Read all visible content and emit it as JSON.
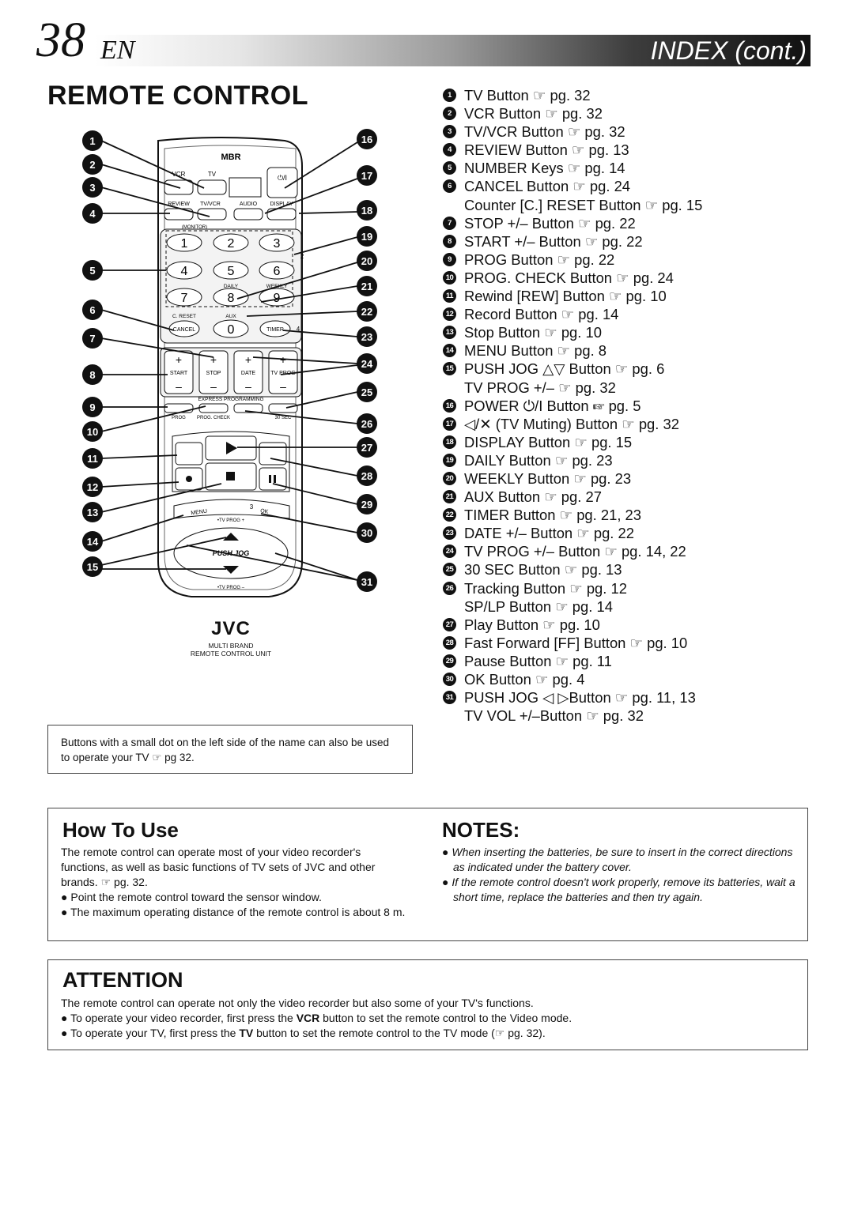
{
  "header": {
    "page_number": "38",
    "lang": "EN",
    "title": "INDEX (cont.)"
  },
  "section_title": "REMOTE CONTROL",
  "remote": {
    "brand_mark": "MBR",
    "buttons_row1": [
      "VCR",
      "TV"
    ],
    "power_label": "⏻/I",
    "buttons_row2": [
      "REVIEW",
      "TV/VCR",
      "AUDIO",
      "DISPLAY"
    ],
    "monitor_label": "(MONITOR)",
    "keys": [
      "1",
      "2",
      "3",
      "4",
      "5",
      "6",
      "7",
      "8",
      "9",
      "0"
    ],
    "key_labels": {
      "daily": "DAILY",
      "weekly": "WEEKLY",
      "c_reset": "C. RESET",
      "aux": "AUX",
      "cancel": "CANCEL",
      "timer": "TIMER",
      "timer_num": "4",
      "weekly_num": "2"
    },
    "plus_minus_labels": [
      "START",
      "STOP",
      "DATE",
      "TV PROG"
    ],
    "express_label": "EXPRESS PROGRAMMING",
    "row_labels": [
      "PROG",
      "PROG. CHECK",
      "30 SEC"
    ],
    "menu_label": "MENU",
    "ok_label": "OK",
    "ok_num": "3",
    "tv_prog_plus": "•TV PROG +",
    "tv_prog_minus": "•TV PROG –",
    "push_jog": "PUSH JOG",
    "logo": "JVC",
    "caption_line1": "MULTI BRAND",
    "caption_line2": "REMOTE CONTROL UNIT"
  },
  "index_items": [
    {
      "num": "1",
      "text": "TV Button ☞ pg. 32"
    },
    {
      "num": "2",
      "text": "VCR Button ☞ pg. 32"
    },
    {
      "num": "3",
      "text": "TV/VCR Button ☞ pg. 32"
    },
    {
      "num": "4",
      "text": "REVIEW Button ☞ pg. 13"
    },
    {
      "num": "5",
      "text": "NUMBER Keys ☞ pg. 14"
    },
    {
      "num": "6",
      "text": "CANCEL Button ☞ pg. 24"
    },
    {
      "num": "",
      "text": "Counter [C.] RESET Button ☞ pg. 15"
    },
    {
      "num": "7",
      "text": "STOP +/– Button ☞ pg. 22"
    },
    {
      "num": "8",
      "text": "START +/– Button ☞ pg. 22"
    },
    {
      "num": "9",
      "text": "PROG Button ☞ pg. 22"
    },
    {
      "num": "10",
      "text": "PROG. CHECK Button ☞ pg. 24"
    },
    {
      "num": "11",
      "text": "Rewind [REW] Button ☞ pg. 10"
    },
    {
      "num": "12",
      "text": "Record Button ☞ pg. 14"
    },
    {
      "num": "13",
      "text": "Stop Button ☞ pg. 10"
    },
    {
      "num": "14",
      "text": "MENU Button ☞ pg. 8"
    },
    {
      "num": "15",
      "text": "PUSH JOG △▽ Button ☞ pg. 6"
    },
    {
      "num": "",
      "text": "TV PROG +/– ☞ pg. 32"
    },
    {
      "num": "16",
      "text": "POWER ⏻/I Button ☞ pg. 5"
    },
    {
      "num": "17",
      "text": "◁/✕ (TV Muting) Button ☞ pg. 32"
    },
    {
      "num": "18",
      "text": "DISPLAY Button ☞ pg. 15"
    },
    {
      "num": "19",
      "text": "DAILY Button ☞ pg. 23"
    },
    {
      "num": "20",
      "text": "WEEKLY Button ☞ pg. 23"
    },
    {
      "num": "21",
      "text": "AUX Button ☞ pg. 27"
    },
    {
      "num": "22",
      "text": "TIMER Button ☞ pg. 21, 23"
    },
    {
      "num": "23",
      "text": "DATE +/– Button ☞ pg. 22"
    },
    {
      "num": "24",
      "text": "TV PROG +/– Button ☞ pg. 14, 22"
    },
    {
      "num": "25",
      "text": "30 SEC Button ☞ pg. 13"
    },
    {
      "num": "26",
      "text": "Tracking Button ☞ pg. 12"
    },
    {
      "num": "",
      "text": "SP/LP Button ☞ pg. 14"
    },
    {
      "num": "27",
      "text": "Play Button ☞ pg. 10"
    },
    {
      "num": "28",
      "text": "Fast Forward [FF] Button ☞ pg. 10"
    },
    {
      "num": "29",
      "text": "Pause Button ☞ pg. 11"
    },
    {
      "num": "30",
      "text": "OK Button ☞ pg. 4"
    },
    {
      "num": "31",
      "text": "PUSH JOG ◁ ▷Button ☞ pg. 11, 13"
    },
    {
      "num": "",
      "text": "TV VOL +/–Button ☞ pg. 32"
    }
  ],
  "dot_note": "Buttons with a small dot on the left side of the name can also be used to operate your TV ☞ pg 32.",
  "how_to_use": {
    "title": "How To Use",
    "intro": "The remote control can operate most of your video recorder's functions, as well as basic functions of TV sets of JVC and other brands. ☞ pg. 32.",
    "bullets": [
      "Point the remote control toward the sensor window.",
      "The maximum operating distance of the remote control is about 8 m."
    ]
  },
  "notes": {
    "title": "NOTES:",
    "bullets": [
      "When inserting the batteries, be sure to insert in the correct directions as indicated under the battery cover.",
      "If the remote control doesn't work properly, remove its batteries, wait a short time, replace the batteries and then try again."
    ]
  },
  "attention": {
    "title": "ATTENTION",
    "intro": "The remote control can operate not only the video recorder but also some of your TV's functions.",
    "bullet1_pre": "To operate your video recorder, first press the ",
    "bullet1_bold": "VCR",
    "bullet1_post": " button to set the remote control to the Video mode.",
    "bullet2_pre": "To operate your TV, first press the ",
    "bullet2_bold": "TV",
    "bullet2_post": " button to set the remote control to the TV mode (☞ pg. 32)."
  }
}
